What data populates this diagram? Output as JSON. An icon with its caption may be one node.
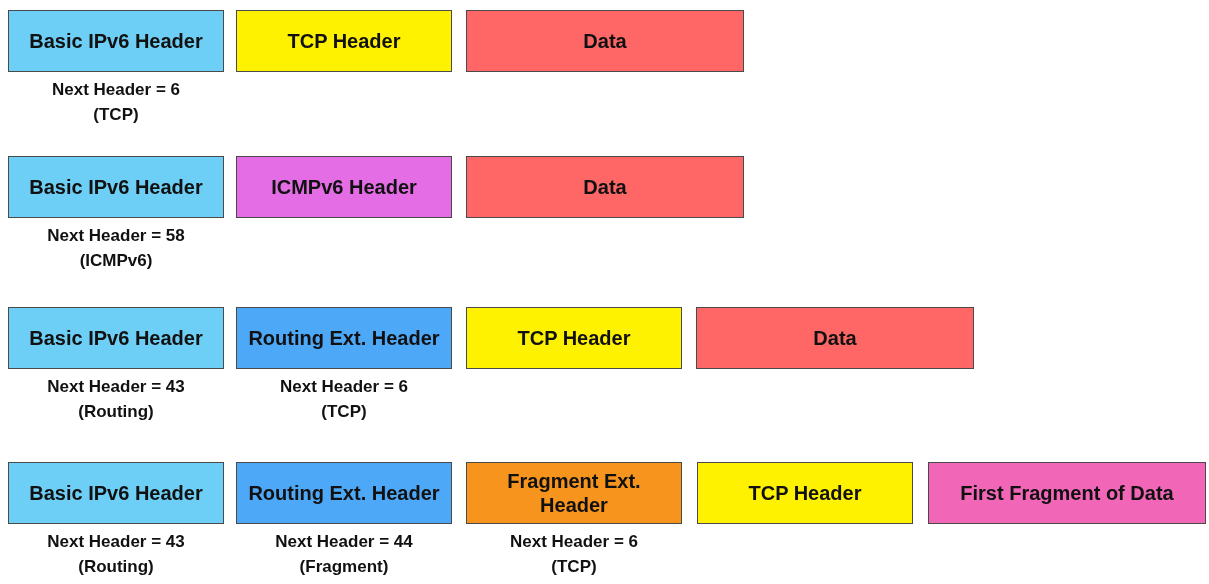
{
  "diagram": {
    "nodes": [
      {
        "text": [
          "Basic IPv6 Header"
        ],
        "beside": [
          "Next Header = 6 (TCP)"
        ]
      },
      {
        "text": [
          "TCP Header"
        ]
      },
      {
        "text": [
          "Data"
        ]
      },
      {
        "text": [
          "Basic IPv6 Header"
        ],
        "beside": [
          "Next Header = 58 (ICMPv6)"
        ]
      },
      {
        "text": [
          "ICMPv6 Header"
        ]
      },
      {
        "text": [
          "Data"
        ]
      },
      {
        "text": [
          "Basic IPv6 Header"
        ],
        "beside": [
          "Next Header = 43 (Routing)"
        ]
      },
      {
        "text": [
          "Routing Ext. Header"
        ],
        "beside": [
          "Next Header = 6 (TCP)"
        ]
      },
      {
        "text": [
          "TCP Header"
        ]
      },
      {
        "text": [
          "Data"
        ]
      },
      {
        "text": [
          "Basic IPv6 Header"
        ],
        "beside": [
          "Next Header = 43 (Routing)"
        ]
      },
      {
        "text": [
          "Routing Ext. Header"
        ],
        "beside": [
          "Next Header = 44 (Fragment)"
        ]
      },
      {
        "text": [
          "Fragment Ext. Header"
        ],
        "beside": [
          "Next Header = 6 (TCP)"
        ]
      },
      {
        "text": [
          "TCP Header"
        ]
      },
      {
        "text": [
          "First Fragment of Data"
        ]
      }
    ]
  }
}
